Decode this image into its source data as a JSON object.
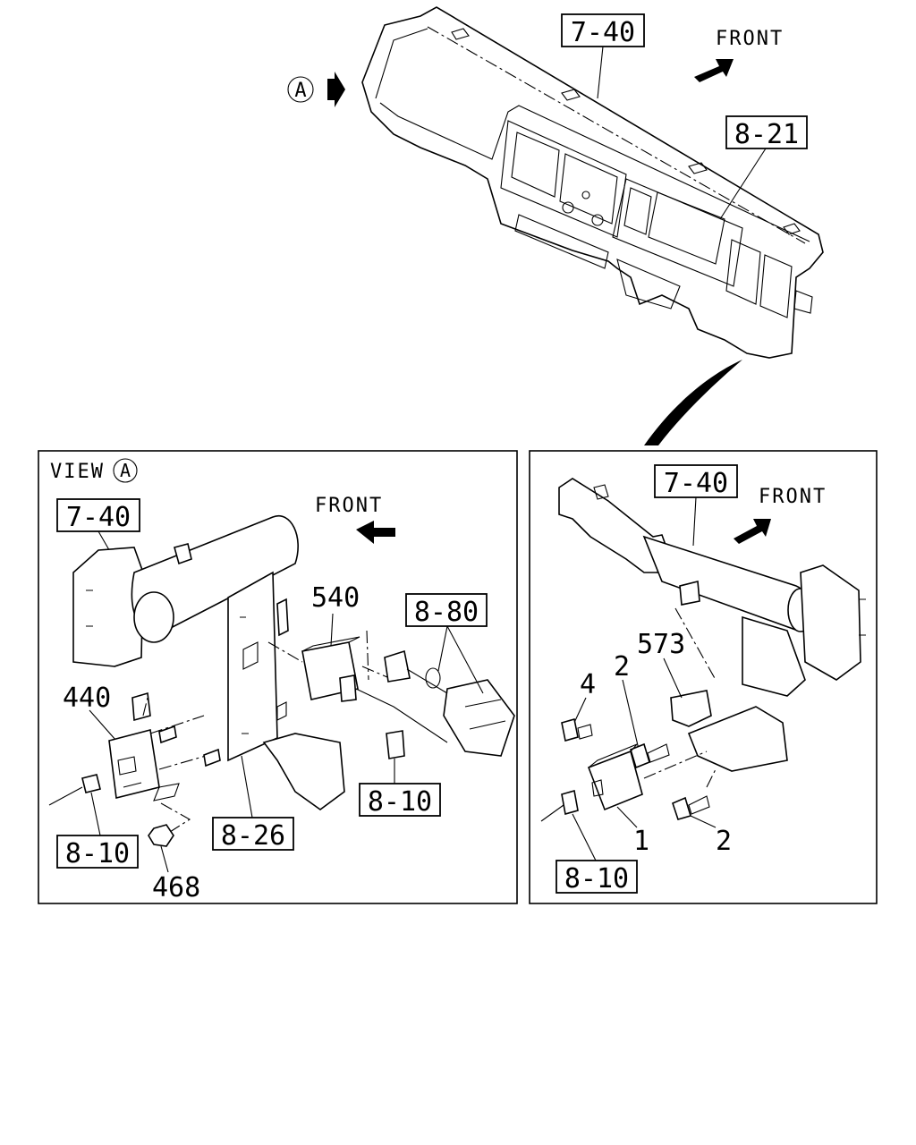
{
  "main_view": {
    "ref_7_40": "7-40",
    "ref_8_21": "8-21",
    "front": "FRONT",
    "view_marker": "A"
  },
  "view_a_panel": {
    "title": "VIEW",
    "title_marker": "A",
    "front": "FRONT",
    "ref_7_40": "7-40",
    "ref_8_80": "8-80",
    "ref_8_10_right": "8-10",
    "ref_8_10_left": "8-10",
    "ref_8_26": "8-26",
    "part_540": "540",
    "part_440": "440",
    "part_468": "468"
  },
  "detail_panel": {
    "front": "FRONT",
    "ref_7_40": "7-40",
    "ref_8_10": "8-10",
    "part_573": "573",
    "part_4": "4",
    "part_2_upper": "2",
    "part_2_lower": "2",
    "part_1": "1"
  }
}
